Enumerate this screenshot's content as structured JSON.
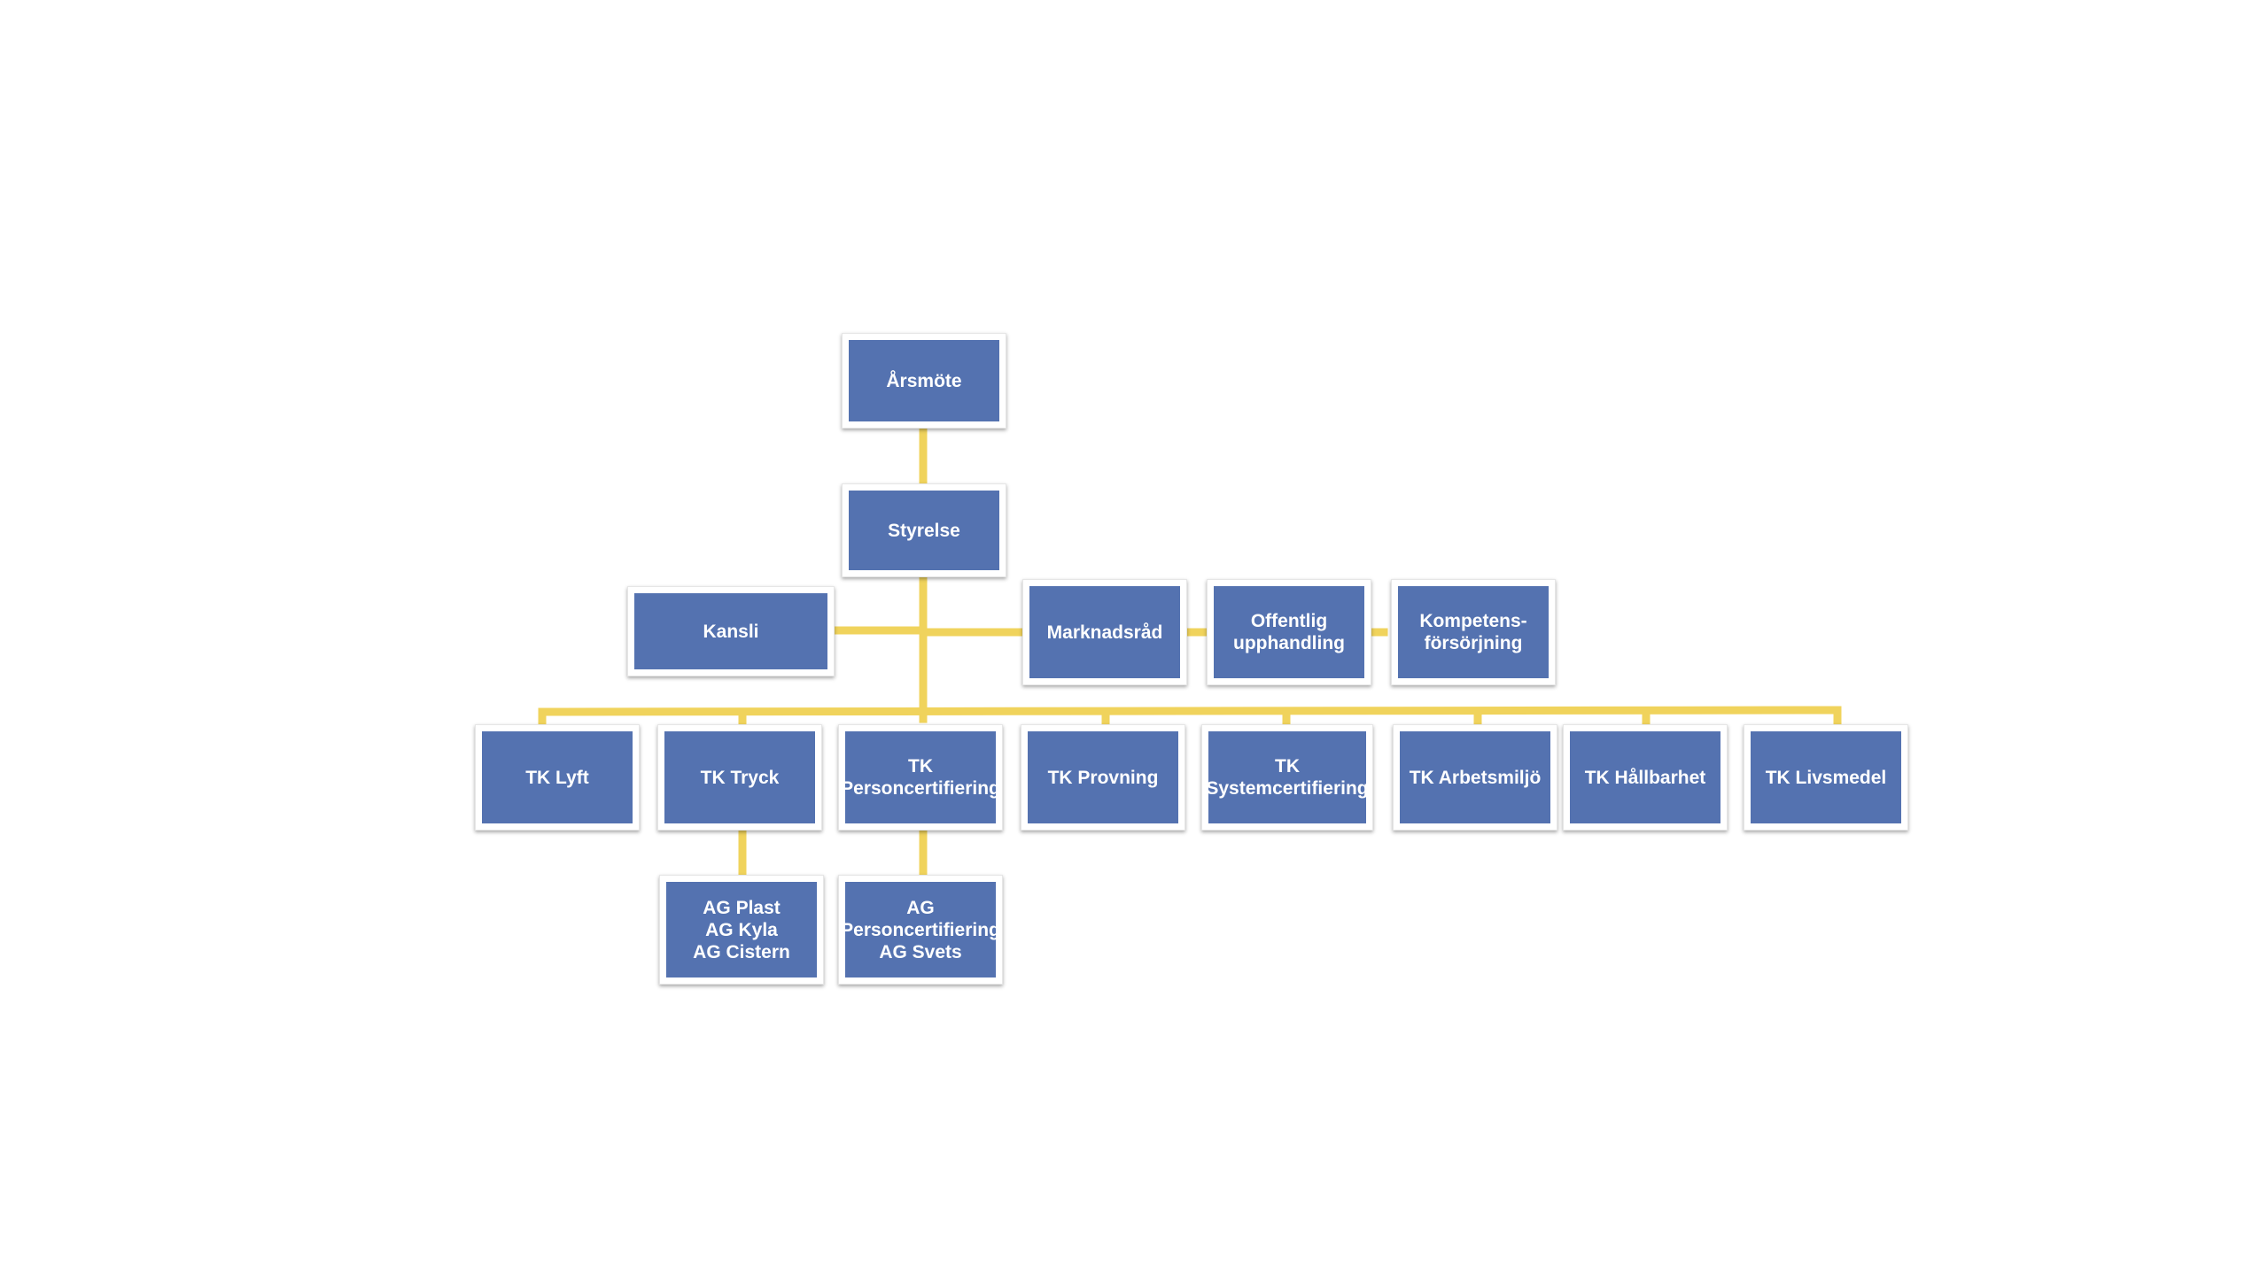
{
  "diagram": {
    "colors": {
      "box_fill": "#5472b0",
      "box_frame": "#ffffff",
      "connector": "#f0d35c",
      "text": "#ffffff"
    },
    "nodes": {
      "arsmote": "Årsmöte",
      "styrelse": "Styrelse",
      "kansli": "Kansli",
      "marknadsrad": "Marknadsråd",
      "offentlig": "Offentlig\nupphandling",
      "kompetens": "Kompetens-\nförsörjning",
      "tk_lyft": "TK Lyft",
      "tk_tryck": "TK Tryck",
      "tk_person": "TK\nPersoncertifiering",
      "tk_provning": "TK Provning",
      "tk_system": "TK\nSystemcertifiering",
      "tk_arbetsmiljo": "TK Arbetsmiljö",
      "tk_hallbarhet": "TK Hållbarhet",
      "tk_livsmedel": "TK Livsmedel",
      "ag_tryck": "AG Plast\nAG Kyla\nAG Cistern",
      "ag_person": "AG\nPersoncertifiering\nAG Svets"
    }
  }
}
